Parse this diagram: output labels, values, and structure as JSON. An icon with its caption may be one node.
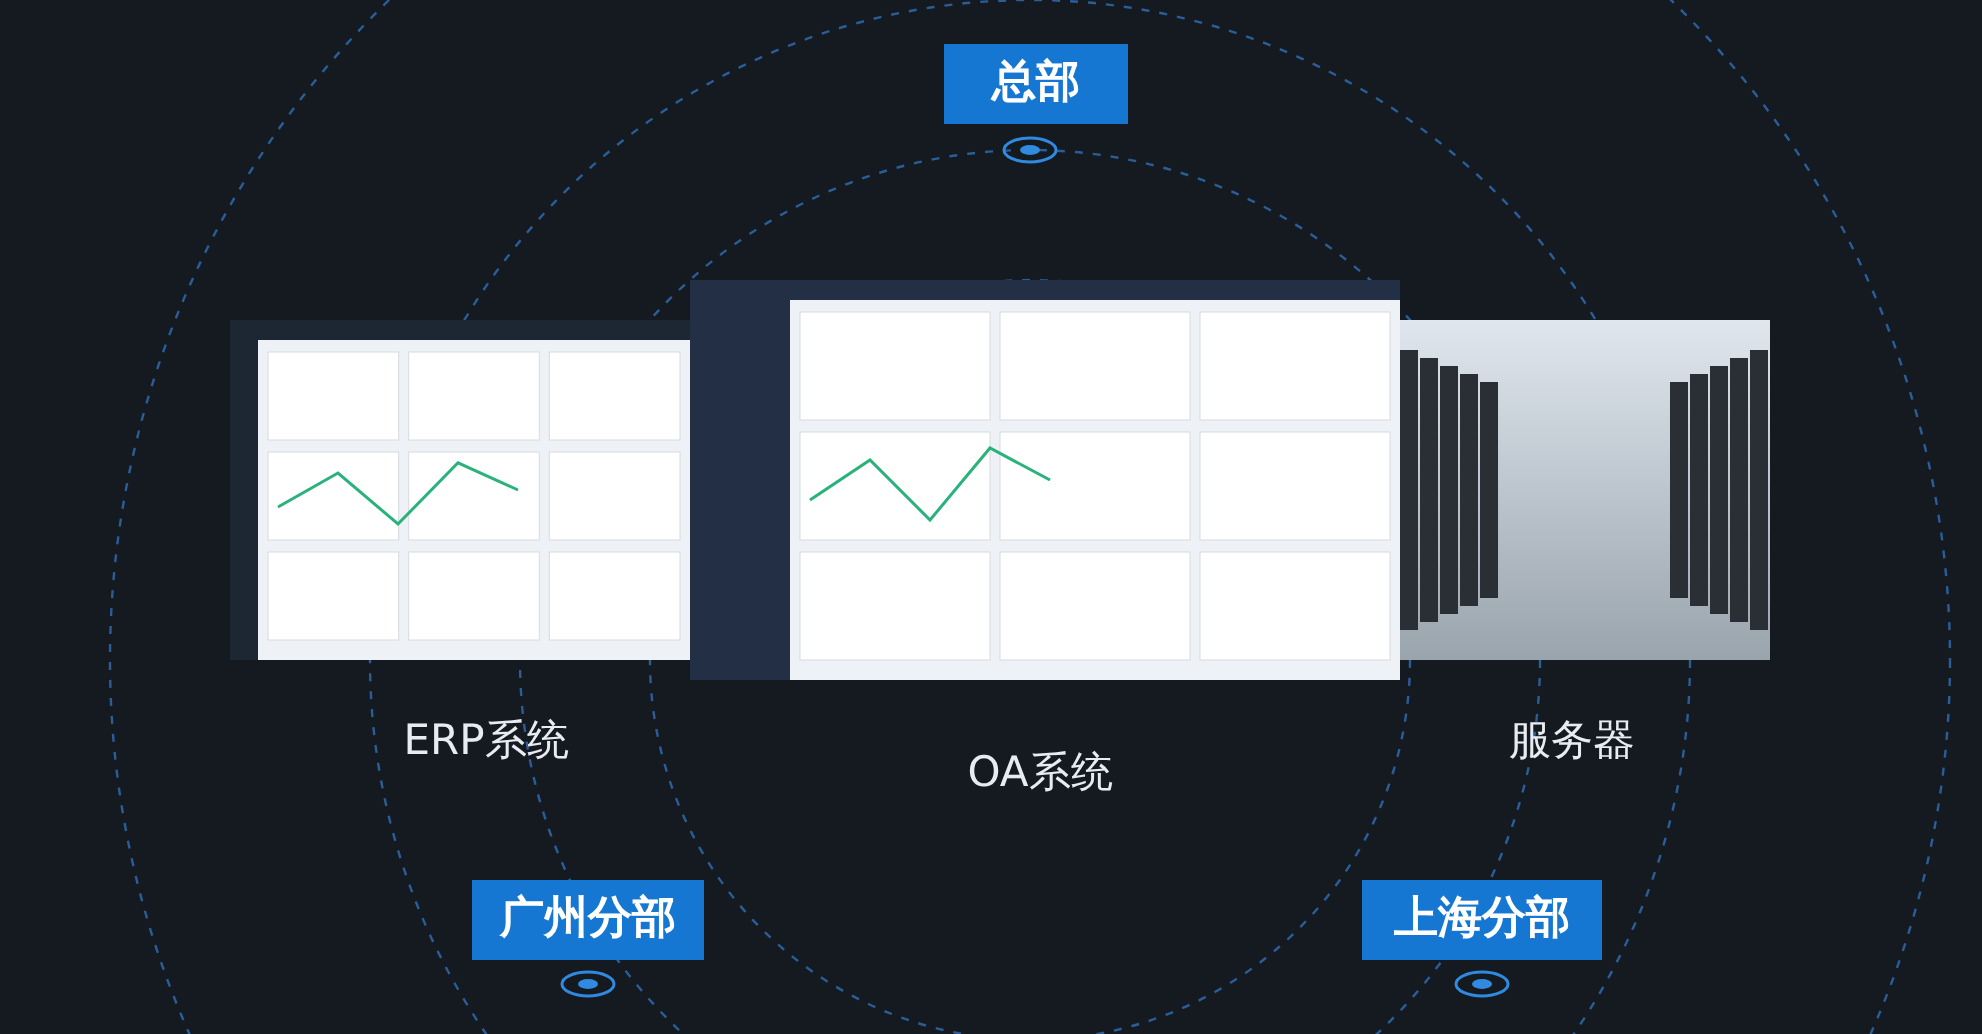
{
  "diagram": {
    "nodes": [
      {
        "text": [
          "总部"
        ]
      },
      {
        "text": [
          "广州分部"
        ]
      },
      {
        "text": [
          "上海分部"
        ]
      }
    ],
    "labels": [
      "ERP系统",
      "OA系统",
      "服务器"
    ]
  }
}
